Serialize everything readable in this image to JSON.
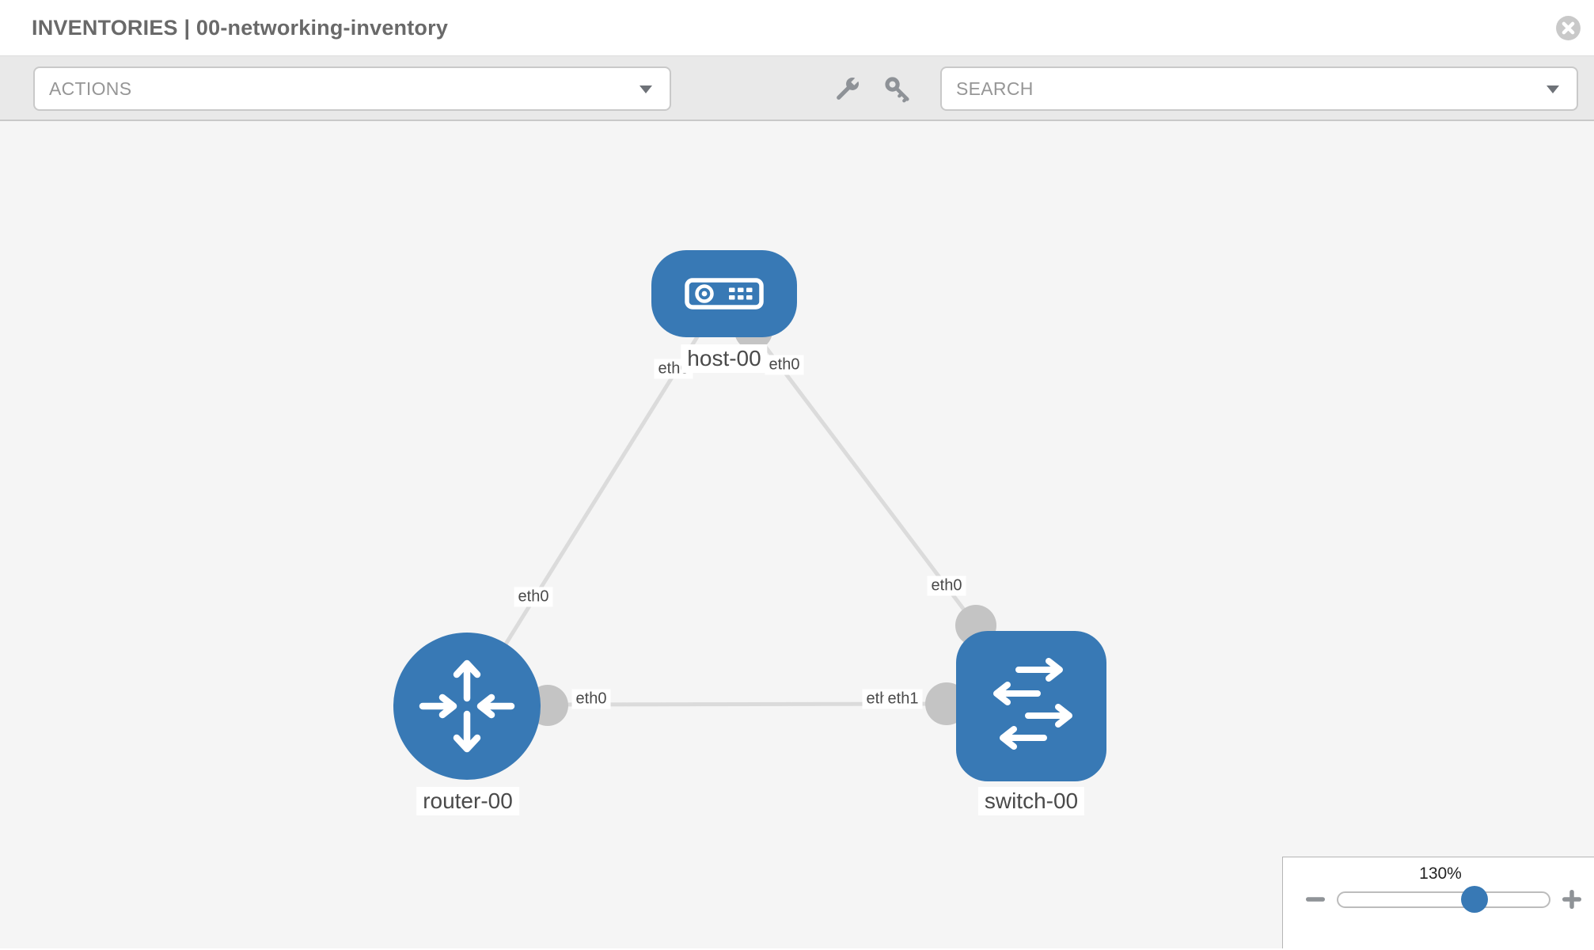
{
  "header": {
    "title": "INVENTORIES | 00-networking-inventory"
  },
  "toolbar": {
    "actions_dropdown": {
      "value": "ACTIONS"
    },
    "search_dropdown": {
      "value": "SEARCH"
    },
    "icons": [
      "wrench",
      "key"
    ]
  },
  "topology": {
    "nodes": [
      {
        "id": "host-00",
        "type": "host",
        "label": "host-00"
      },
      {
        "id": "router-00",
        "type": "router",
        "label": "router-00"
      },
      {
        "id": "switch-00",
        "type": "switch",
        "label": "switch-00"
      }
    ],
    "links": [
      {
        "from": "host-00",
        "from_interface": "eth0",
        "to": "router-00",
        "to_interface": "eth0"
      },
      {
        "from": "host-00",
        "from_interface": "eth0",
        "to": "switch-00",
        "to_interface": "eth0"
      },
      {
        "from": "router-00",
        "from_interface": "eth0",
        "to": "switch-00",
        "to_interface": "eth1",
        "to_interface_overlapped": "eth0"
      }
    ]
  },
  "zoom_control": {
    "level": "130%"
  },
  "colors": {
    "node_blue": "#3879b5",
    "link_gray": "#dbdbdb",
    "connector_gray": "#c4c4c4",
    "zoom_thumb_blue": "#3879b5"
  }
}
